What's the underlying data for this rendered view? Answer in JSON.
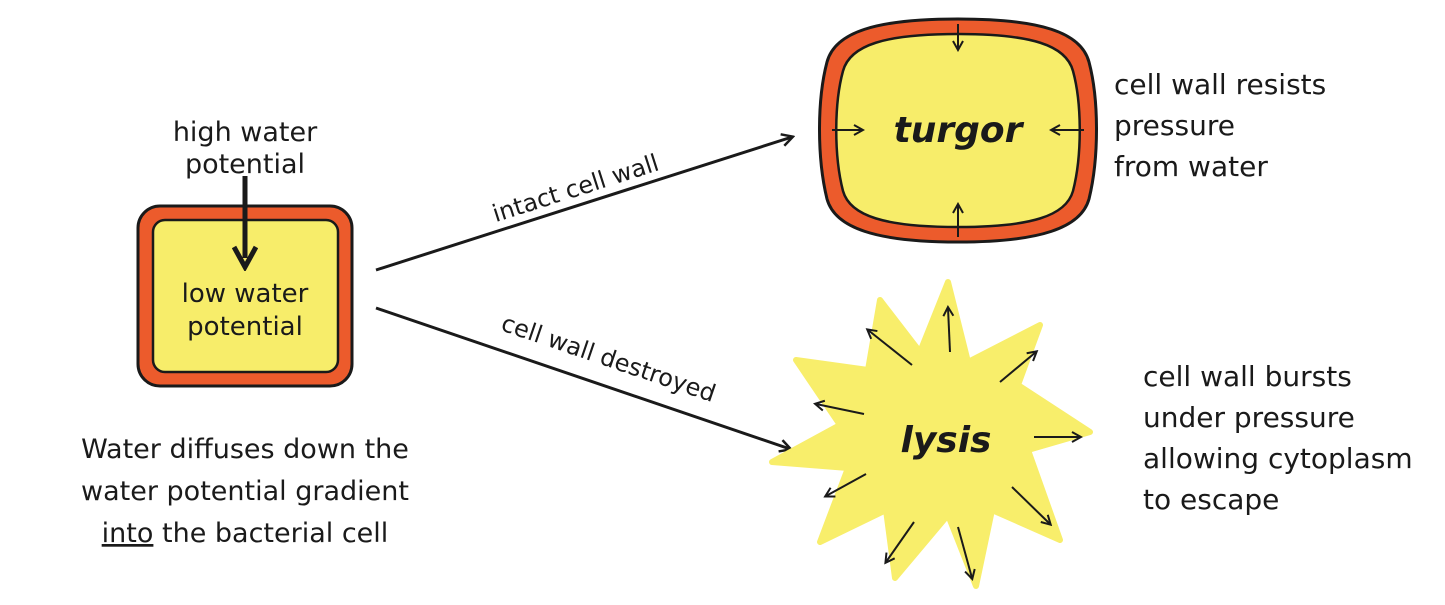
{
  "colors": {
    "cytoplasm": "#f7ed6a",
    "cell_wall": "#ec5b2c",
    "outline": "#1a1a1a",
    "lysis_fill": "#f8ee6b"
  },
  "left_cell": {
    "top_label_line1": "high water",
    "top_label_line2": "potential",
    "inner_label_line1": "low water",
    "inner_label_line2": "potential",
    "caption_line1": "Water diffuses down the",
    "caption_line2": "water potential gradient",
    "caption_line3_underlined": "into",
    "caption_line3_rest": " the bacterial cell"
  },
  "arrows": {
    "upper_label": "intact cell wall",
    "lower_label": "cell wall destroyed"
  },
  "turgor": {
    "label": "turgor",
    "note_line1": "cell wall resists",
    "note_line2": "pressure",
    "note_line3": "from water"
  },
  "lysis": {
    "label": "lysis",
    "note_line1": "cell wall bursts",
    "note_line2": "under pressure",
    "note_line3": "allowing cytoplasm",
    "note_line4": "to escape"
  }
}
